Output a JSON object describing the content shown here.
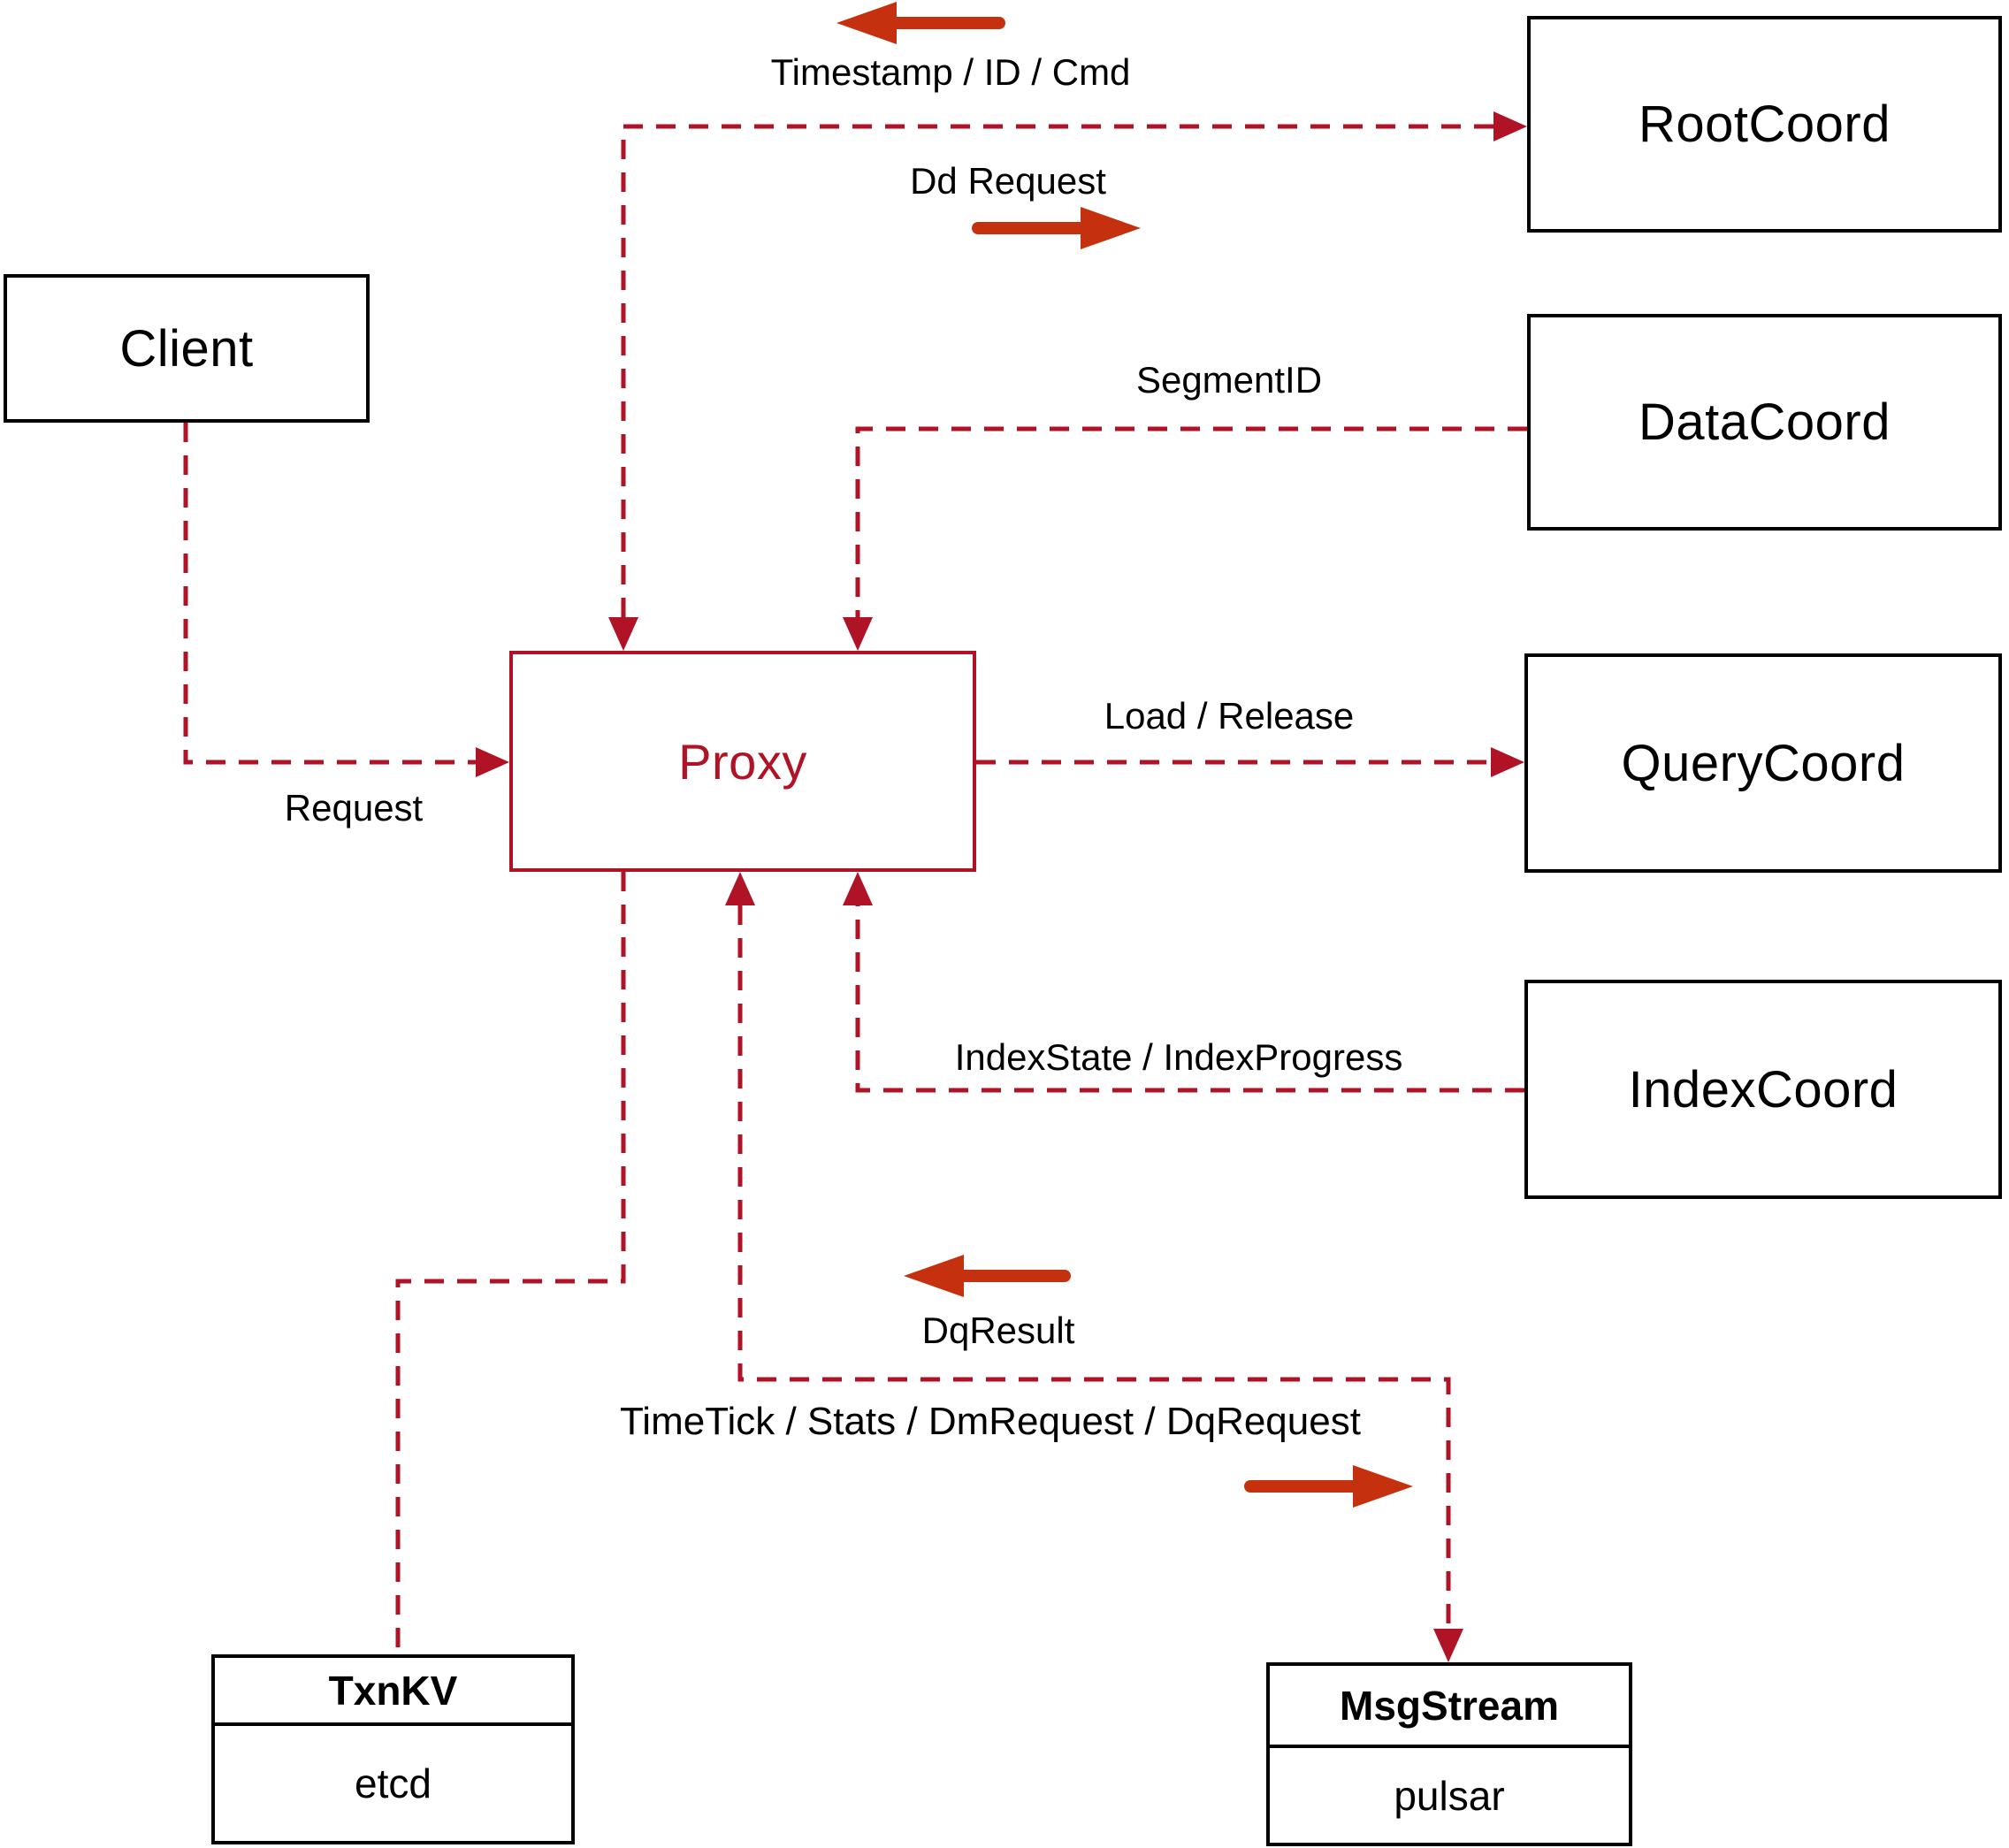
{
  "colors": {
    "crimson": "#b01226",
    "vermilion": "#c5310e",
    "ink": "#000000",
    "paper": "#ffffff"
  },
  "nodes": {
    "client": {
      "label": "Client"
    },
    "proxy": {
      "label": "Proxy"
    },
    "root_coord": {
      "label": "RootCoord"
    },
    "data_coord": {
      "label": "DataCoord"
    },
    "query_coord": {
      "label": "QueryCoord"
    },
    "index_coord": {
      "label": "IndexCoord"
    },
    "txn_kv": {
      "title": "TxnKV",
      "impl": "etcd"
    },
    "msg_stream": {
      "title": "MsgStream",
      "impl": "pulsar"
    }
  },
  "edge_labels": {
    "timestamp_id_cmd": "Timestamp / ID / Cmd",
    "dd_request": "Dd Request",
    "segment_id": "SegmentID",
    "load_release": "Load / Release",
    "request": "Request",
    "index_state_progress": "IndexState / IndexProgress",
    "dq_result": "DqResult",
    "timetick_stats": "TimeTick / Stats / DmRequest / DqRequest"
  }
}
